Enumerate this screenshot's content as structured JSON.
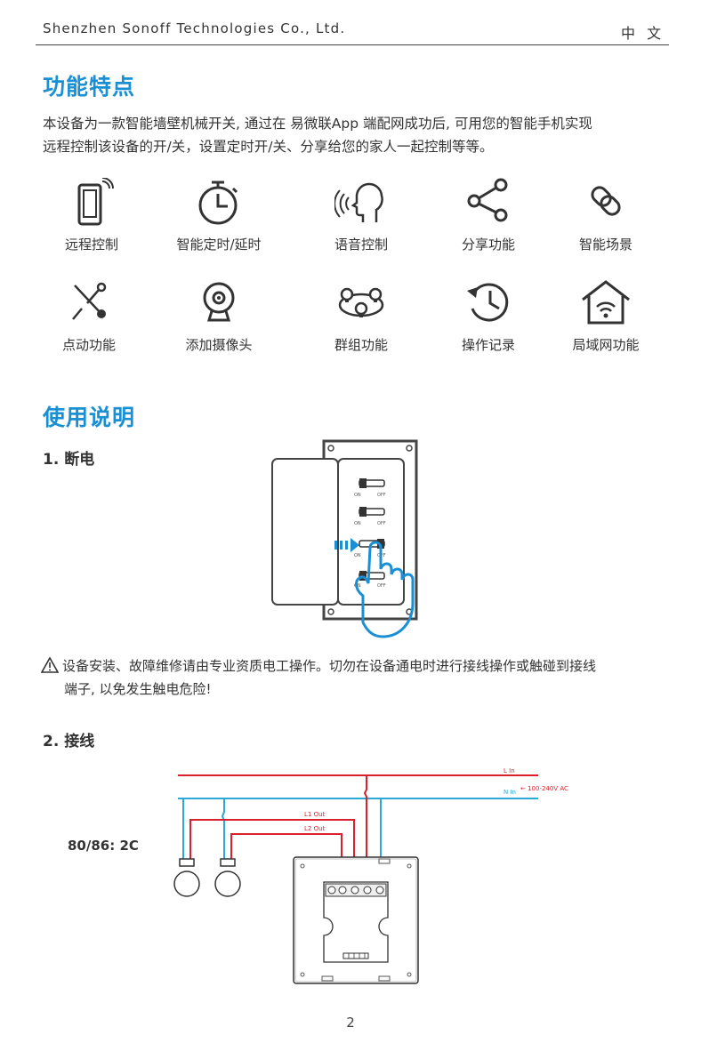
{
  "header": {
    "company": "Shenzhen Sonoff Technologies Co., Ltd.",
    "language": "中 文"
  },
  "features_section": {
    "title": "功能特点",
    "intro_line1": "本设备为一款智能墙壁机械开关, 通过在 易微联App 端配网成功后, 可用您的智能手机实现",
    "intro_line2": "远程控制该设备的开/关，设置定时开/关、分享给您的家人一起控制等等。",
    "features": [
      {
        "label": "远程控制",
        "icon": "phone-remote-icon"
      },
      {
        "label": "智能定时/延时",
        "icon": "stopwatch-icon"
      },
      {
        "label": "语音控制",
        "icon": "voice-control-icon"
      },
      {
        "label": "分享功能",
        "icon": "share-icon"
      },
      {
        "label": "智能场景",
        "icon": "link-icon"
      },
      {
        "label": "点动功能",
        "icon": "inching-switch-icon"
      },
      {
        "label": "添加摄像头",
        "icon": "camera-icon"
      },
      {
        "label": "群组功能",
        "icon": "group-bulbs-icon"
      },
      {
        "label": "操作记录",
        "icon": "history-icon"
      },
      {
        "label": "局域网功能",
        "icon": "lan-home-icon"
      }
    ]
  },
  "usage_section": {
    "title": "使用说明",
    "step1": "1. 断电",
    "breaker": {
      "on": "ON",
      "off": "OFF"
    },
    "warning_line1": "设备安装、故障维修请由专业资质电工操作。切勿在设备通电时进行接线操作或触碰到接线",
    "warning_line2": "端子, 以免发生触电危险!",
    "step2": "2. 接线",
    "wiring": {
      "model": "80/86: 2C",
      "l_in": "L In",
      "n_in": "N In",
      "voltage": "← 100-240V AC",
      "l1_out": "L1 Out",
      "l2_out": "L2 Out",
      "colors": {
        "live": "#d9202c",
        "neutral": "#2ba8d6",
        "accent": "#1a8fd3"
      }
    }
  },
  "footer": {
    "page_number": "2"
  }
}
